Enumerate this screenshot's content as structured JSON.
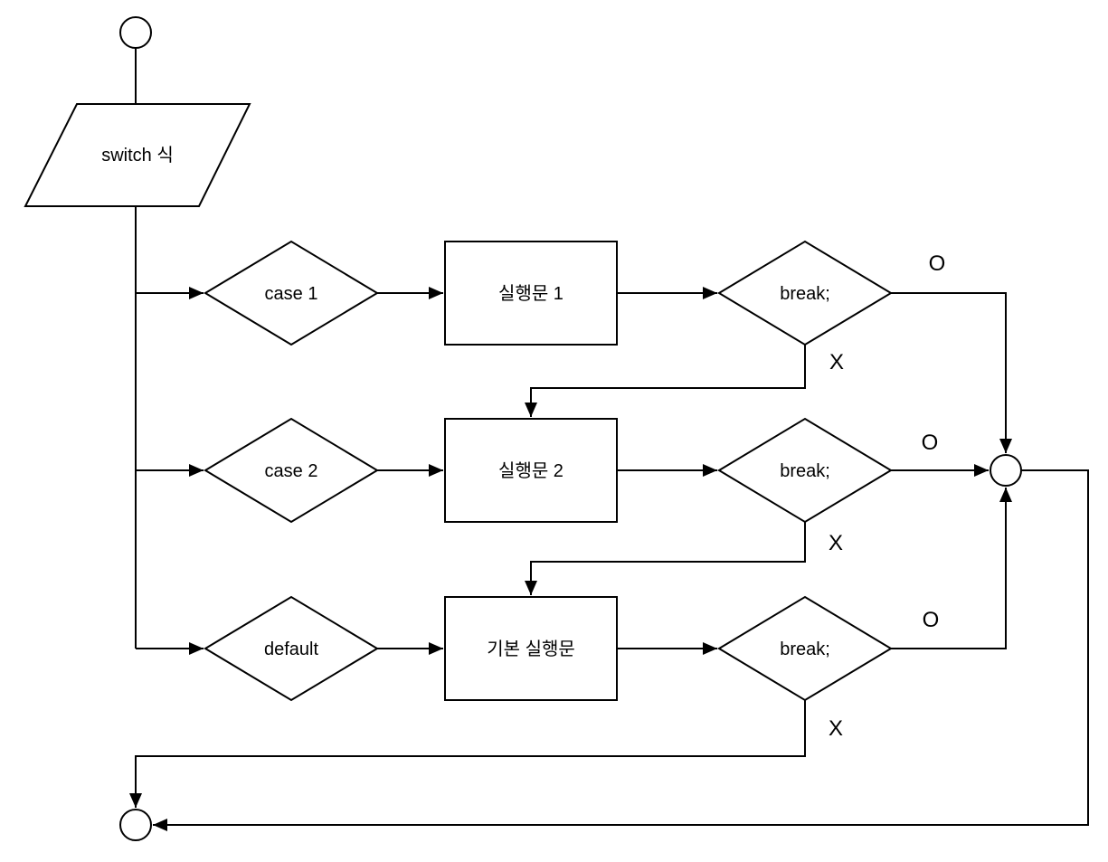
{
  "flowchart": {
    "colors": {
      "stroke": "#000000",
      "background": "#ffffff"
    },
    "input": {
      "label": "switch 식"
    },
    "rows": [
      {
        "condition": "case 1",
        "action": "실행문 1",
        "test": "break;",
        "yes_label": "O",
        "no_label": "X"
      },
      {
        "condition": "case 2",
        "action": "실행문 2",
        "test": "break;",
        "yes_label": "O",
        "no_label": "X"
      },
      {
        "condition": "default",
        "action": "기본 실행문",
        "test": "break;",
        "yes_label": "O",
        "no_label": "X"
      }
    ]
  }
}
